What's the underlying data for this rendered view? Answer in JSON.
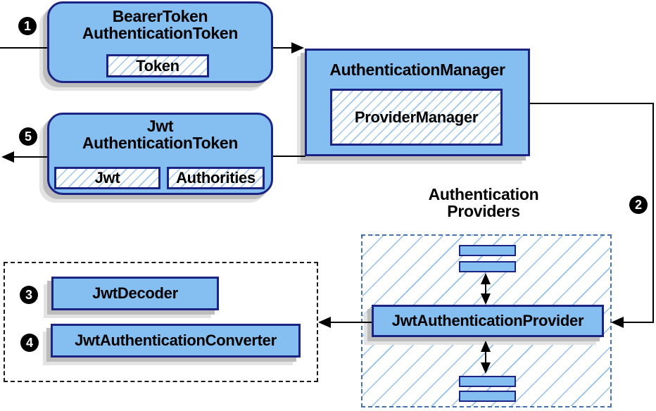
{
  "colors": {
    "node_fill": "#85bff2",
    "node_border": "#1b2383",
    "hatch_line": "#9ec6ee",
    "providers_dash_border": "#4472b4",
    "converters_dash_border": "#1a1a1a",
    "shadow_dark": "#bcbcbc",
    "shadow_light": "#e3e3e3",
    "arrow": "#000000",
    "badge_bg": "#000000",
    "badge_text": "#ffffff"
  },
  "badges": {
    "step1": "1",
    "step2": "2",
    "step3": "3",
    "step4": "4",
    "step5": "5"
  },
  "nodes": {
    "bearer_token": {
      "title_line1": "BearerToken",
      "title_line2": "AuthenticationToken",
      "chip": "Token"
    },
    "auth_manager": {
      "title": "AuthenticationManager",
      "chip": "ProviderManager"
    },
    "jwt_token": {
      "title_line1": "Jwt",
      "title_line2": "AuthenticationToken",
      "chip1": "Jwt",
      "chip2": "Authorities"
    },
    "providers_group": {
      "label_line1": "Authentication",
      "label_line2": "Providers"
    },
    "jwt_auth_provider": {
      "label": "JwtAuthenticationProvider"
    },
    "jwt_decoder": {
      "label": "JwtDecoder"
    },
    "jwt_auth_converter": {
      "label": "JwtAuthenticationConverter"
    }
  }
}
